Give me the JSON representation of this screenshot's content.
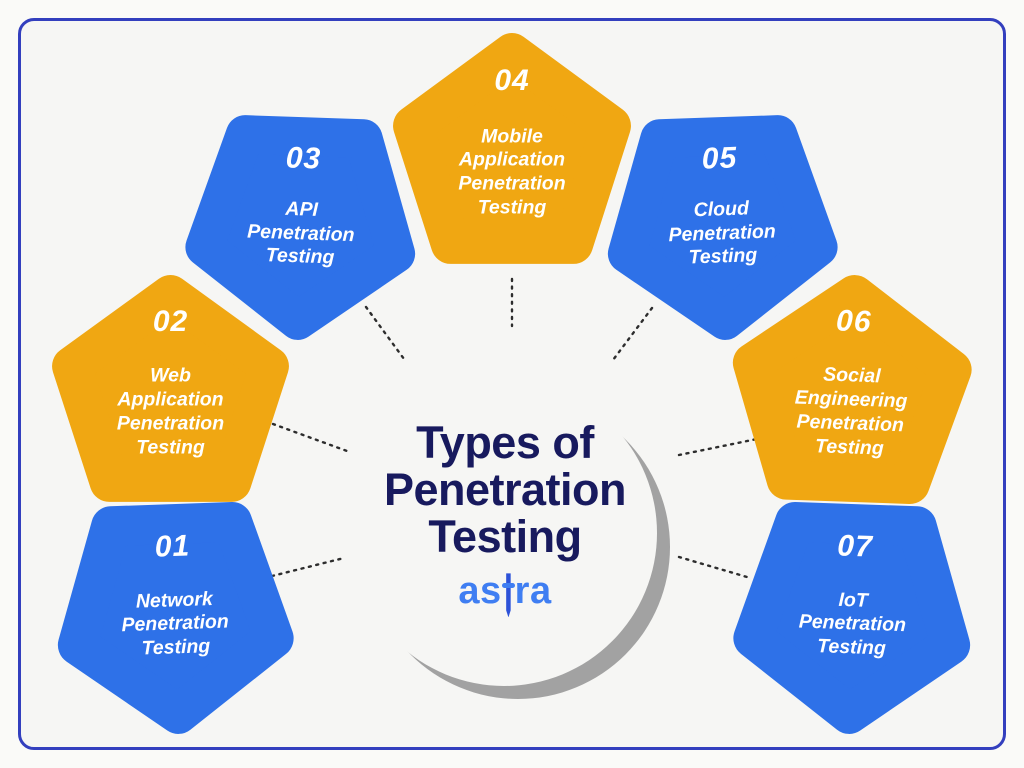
{
  "diagram": {
    "title": "Types of\nPenetration\nTesting",
    "brand": {
      "text": "astra",
      "prefix": "as",
      "suffix": "ra"
    }
  },
  "pentagons": [
    {
      "number": "01",
      "label": "Network\nPenetration\nTesting",
      "color": "blue"
    },
    {
      "number": "02",
      "label": "Web\nApplication\nPenetration\nTesting",
      "color": "orange"
    },
    {
      "number": "03",
      "label": "API\nPenetration\nTesting",
      "color": "blue"
    },
    {
      "number": "04",
      "label": "Mobile\nApplication\nPenetration\nTesting",
      "color": "orange"
    },
    {
      "number": "05",
      "label": "Cloud\nPenetration\nTesting",
      "color": "blue"
    },
    {
      "number": "06",
      "label": "Social\nEngineering\nPenetration\nTesting",
      "color": "orange"
    },
    {
      "number": "07",
      "label": "IoT\nPenetration\nTesting",
      "color": "blue"
    }
  ],
  "colors": {
    "pentagon_blue": "#2E71E8",
    "pentagon_orange": "#F0A712",
    "title_navy": "#181A5E",
    "brand_blue": "#3F7EF2",
    "border_blue": "#333FBE",
    "panel_background": "#F6F6F4",
    "crescent_gray": "#A2A2A2",
    "connector_dots": "#2D2D2D",
    "pentagon_text": "#FFFFFF"
  }
}
